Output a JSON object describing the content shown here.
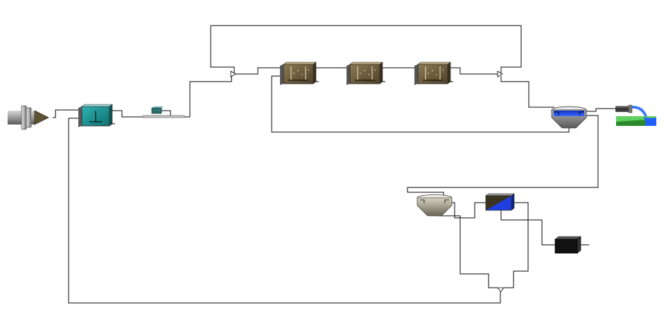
{
  "diagram": {
    "type": "wastewater-treatment-process-flow",
    "background": "#ffffff",
    "line_color": "#000000",
    "units": [
      {
        "id": "influent",
        "icon": "influent-pipe-icon",
        "color": "#8a8a8a"
      },
      {
        "id": "primary-clarifier",
        "icon": "primary-tank-icon",
        "color": "#1a8f8f"
      },
      {
        "id": "chemical-dosing",
        "icon": "dosing-pump-icon",
        "color": "#2e6f6f"
      },
      {
        "id": "mixer-1",
        "icon": "mixer-triangle-icon"
      },
      {
        "id": "bioreactor-1",
        "icon": "bioreactor-icon",
        "color": "#6b5a3a"
      },
      {
        "id": "bioreactor-2",
        "icon": "bioreactor-icon",
        "color": "#6b5a3a"
      },
      {
        "id": "bioreactor-3",
        "icon": "bioreactor-icon",
        "color": "#6b5a3a"
      },
      {
        "id": "splitter-1",
        "icon": "splitter-triangle-icon"
      },
      {
        "id": "secondary-clarifier",
        "icon": "secondary-clarifier-icon",
        "color": "#1f3fb0"
      },
      {
        "id": "effluent",
        "icon": "effluent-river-icon",
        "color": "#2a8a2a"
      },
      {
        "id": "thickener",
        "icon": "thickener-icon",
        "color": "#8a8470"
      },
      {
        "id": "digester",
        "icon": "digester-icon",
        "color": "#1a3fd0"
      },
      {
        "id": "sludge-disposal",
        "icon": "sludge-bin-icon",
        "color": "#111111"
      },
      {
        "id": "mixer-2",
        "icon": "mixer-triangle-icon"
      }
    ],
    "connections": [
      [
        "influent",
        "primary-clarifier"
      ],
      [
        "primary-clarifier",
        "chemical-dosing"
      ],
      [
        "chemical-dosing",
        "mixer-1"
      ],
      [
        "mixer-1",
        "bioreactor-1"
      ],
      [
        "bioreactor-1",
        "bioreactor-2"
      ],
      [
        "bioreactor-2",
        "bioreactor-3"
      ],
      [
        "bioreactor-3",
        "splitter-1"
      ],
      [
        "splitter-1",
        "mixer-1"
      ],
      [
        "splitter-1",
        "secondary-clarifier"
      ],
      [
        "secondary-clarifier",
        "effluent"
      ],
      [
        "secondary-clarifier",
        "bioreactor-1"
      ],
      [
        "secondary-clarifier",
        "thickener"
      ],
      [
        "thickener",
        "digester"
      ],
      [
        "thickener",
        "mixer-2"
      ],
      [
        "digester",
        "sludge-disposal"
      ],
      [
        "digester",
        "mixer-2"
      ],
      [
        "mixer-2",
        "primary-clarifier"
      ]
    ]
  }
}
